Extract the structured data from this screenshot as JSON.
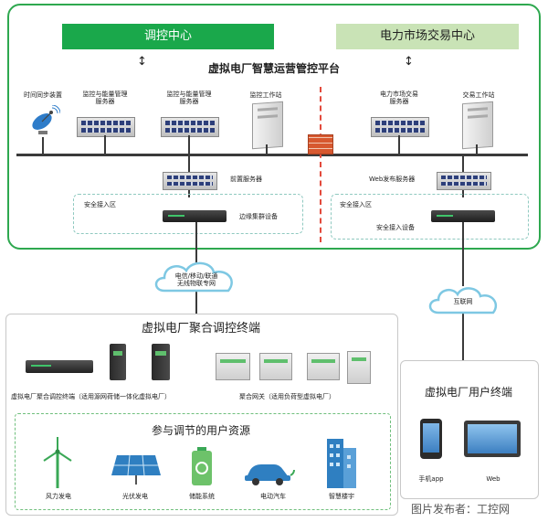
{
  "platform": {
    "title": "虚拟电厂智慧运营管控平台",
    "left_center": "调控中心",
    "right_center": "电力市场交易中心",
    "nodes": {
      "time_sync": "时间同步装置",
      "monitor_server_1": "监控与能量管理\n服务器",
      "monitor_server_2": "监控与能量管理\n服务器",
      "monitor_workstation": "监控工作站",
      "market_server": "电力市场交易\n服务器",
      "trade_workstation": "交易工作站",
      "front_server": "前置服务器",
      "web_server": "Web发布服务器",
      "edge_device": "边缘集群设备",
      "secure_access_device": "安全接入设备"
    },
    "left_zone": "安全接入区",
    "right_zone": "安全接入区"
  },
  "clouds": {
    "wireless": "电信/移动/联通\n无线物联专网",
    "internet": "互联网"
  },
  "terminal": {
    "title": "虚拟电厂聚合调控终端",
    "aggregate_terminal": "虚拟电厂聚合调控终端（适用源网荷储一体化虚拟电厂）",
    "aggregate_gateway": "聚合网关（适用负荷型虚拟电厂）"
  },
  "resources": {
    "title": "参与调节的用户资源",
    "items": [
      "风力发电",
      "光伏发电",
      "储能系统",
      "电动汽车",
      "智慧楼宇"
    ]
  },
  "user_terminal": {
    "title": "虚拟电厂用户终端",
    "items": [
      "手机app",
      "Web"
    ]
  },
  "watermark": "图片发布者：工控网",
  "colors": {
    "green": "#1aa84b",
    "light_green": "#c9e3b6",
    "line": "#3a3a3a",
    "divider": "#e34a3c"
  }
}
